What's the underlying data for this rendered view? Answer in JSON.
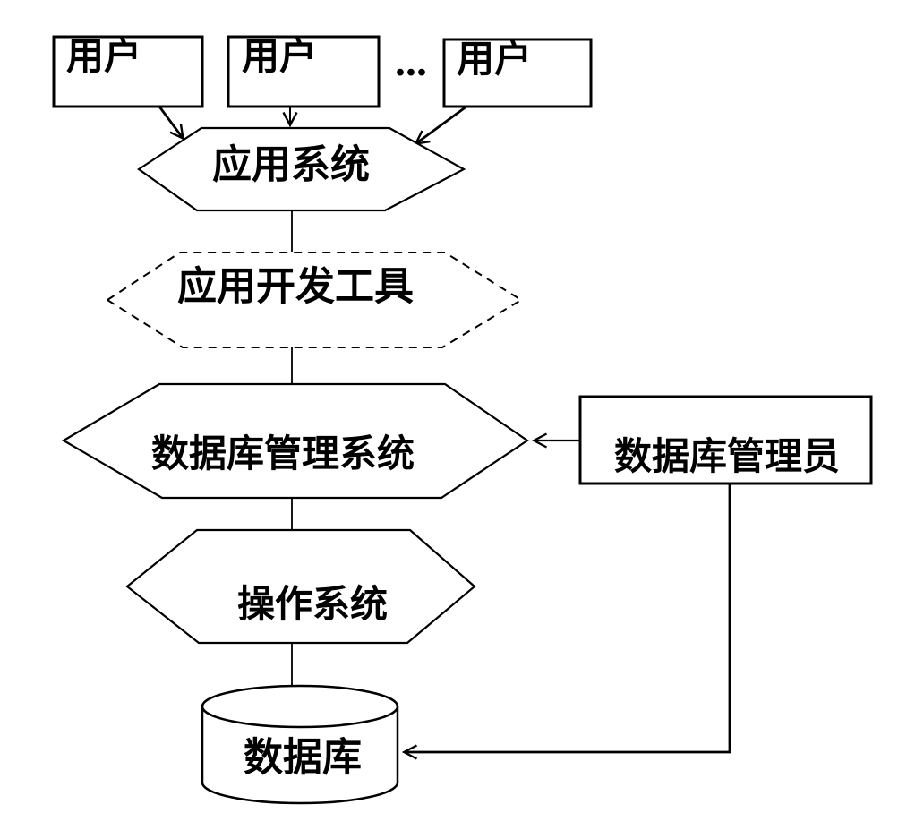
{
  "colors": {
    "accent_red": "#FF3300",
    "line_black": "#000000",
    "background": "#FFFFFF"
  },
  "diagram": {
    "users": [
      "用户",
      "用户",
      "用户"
    ],
    "ellipsis": "...",
    "nodes": {
      "application_system": {
        "label": "应用系统"
      },
      "app_dev_tool": {
        "label": "应用开发工具"
      },
      "dbms": {
        "label": "数据库管理系统"
      },
      "dba": {
        "label": "数据库管理员"
      },
      "os": {
        "label": "操作系统"
      },
      "database": {
        "label": "数据库"
      }
    }
  }
}
